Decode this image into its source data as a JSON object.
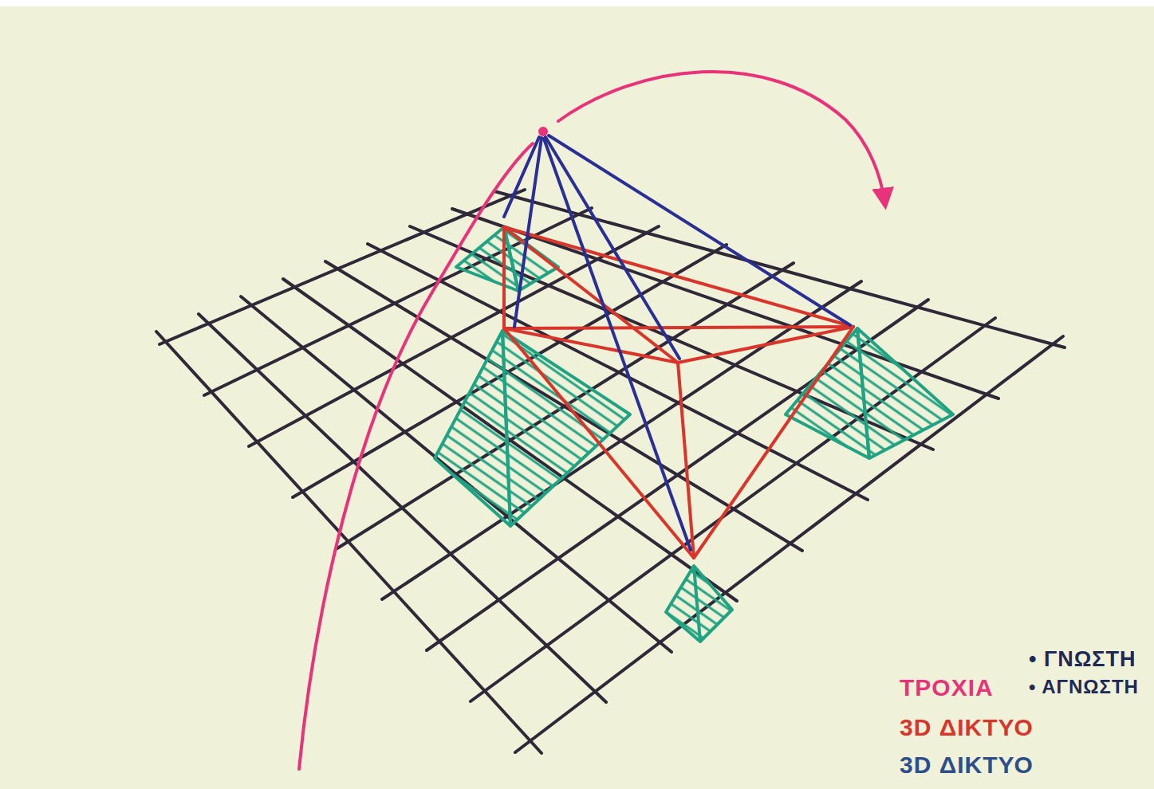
{
  "diagram": {
    "labels": [
      "• ΓΝΩΣΤΗ",
      "ΤΡΟΧΙΑ",
      "• ΑΓΝΩΣΤΗ",
      "3D ΔΙΚΤΥΟ",
      "3D ΔΙΚΤΥΟ"
    ]
  }
}
